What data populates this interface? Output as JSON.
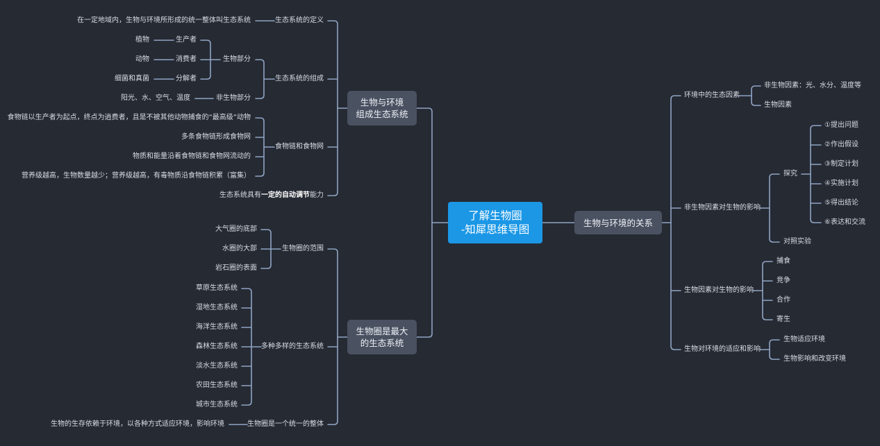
{
  "center": "了解生物圈\n-知犀思维导图",
  "left": [
    {
      "label": "生物与环境\n组成生态系统",
      "children": [
        {
          "label": "生态系统的定义",
          "children": [
            {
              "label": "在一定地域内，生物与环境所形成的统一整体叫生态系统"
            }
          ]
        },
        {
          "label": "生态系统的组成",
          "children": [
            {
              "label": "生物部分",
              "children": [
                {
                  "label": "生产者",
                  "children": [
                    {
                      "label": "植物"
                    }
                  ]
                },
                {
                  "label": "消费者",
                  "children": [
                    {
                      "label": "动物"
                    }
                  ]
                },
                {
                  "label": "分解者",
                  "children": [
                    {
                      "label": "细菌和真菌"
                    }
                  ]
                }
              ]
            },
            {
              "label": "非生物部分",
              "children": [
                {
                  "label": "阳光、水、空气、温度"
                }
              ]
            }
          ]
        },
        {
          "label": "食物链和食物网",
          "children": [
            {
              "label": "食物链以生产者为起点，终点为逍费者，且是不被其他动物捕食的“最高级”动物"
            },
            {
              "label": "多条食物链形成食物网"
            },
            {
              "label": "物质和能量沿着食物链和食物网流动的"
            },
            {
              "label": "营养级越高，生物数量越少；营养级越高，有毒物质沿食物链积累（富集）"
            }
          ]
        },
        {
          "label_pre": "生态系统具有",
          "label_bold": "一定的自动调节",
          "label_post": "能力"
        }
      ]
    },
    {
      "label": "生物圈是最大\n的生态系统",
      "children": [
        {
          "label": "生物圈的范围",
          "children": [
            {
              "label": "大气圈的底部"
            },
            {
              "label": "水圈的大部"
            },
            {
              "label": "岩石圈的表面"
            }
          ]
        },
        {
          "label": "多种多样的生态系统",
          "children": [
            {
              "label": "草原生态系统"
            },
            {
              "label": "湿地生态系统"
            },
            {
              "label": "海洋生态系统"
            },
            {
              "label": "森林生态系统"
            },
            {
              "label": "淡水生态系统"
            },
            {
              "label": "农田生态系统"
            },
            {
              "label": "城市生态系统"
            }
          ]
        },
        {
          "label": "生物圈是一个统一的整体",
          "children": [
            {
              "label": "生物的生存依赖于环境，以各种方式适应环境，影响环境"
            }
          ]
        }
      ]
    }
  ],
  "right": {
    "label": "生物与环境的关系",
    "children": [
      {
        "label": "环境中的生态因素",
        "children": [
          {
            "label": "非生物因素：光、水分、温度等"
          },
          {
            "label": "生物因素"
          }
        ]
      },
      {
        "label": "非生物因素对生物的影响",
        "children": [
          {
            "label": "探究",
            "children": [
              {
                "label": "①提出问题"
              },
              {
                "label": "②作出假设"
              },
              {
                "label": "③制定计划"
              },
              {
                "label": "④实施计划"
              },
              {
                "label": "⑤得出结论"
              },
              {
                "label": "⑥表达和交流"
              }
            ]
          },
          {
            "label": "对照实验"
          }
        ]
      },
      {
        "label": "生物因素对生物的影响",
        "children": [
          {
            "label": "捕食"
          },
          {
            "label": "竞争"
          },
          {
            "label": "合作"
          },
          {
            "label": "寄生"
          }
        ]
      },
      {
        "label": "生物对环境的适应和影响",
        "children": [
          {
            "label": "生物适应环境"
          },
          {
            "label": "生物影响和改变环境"
          }
        ]
      }
    ]
  }
}
